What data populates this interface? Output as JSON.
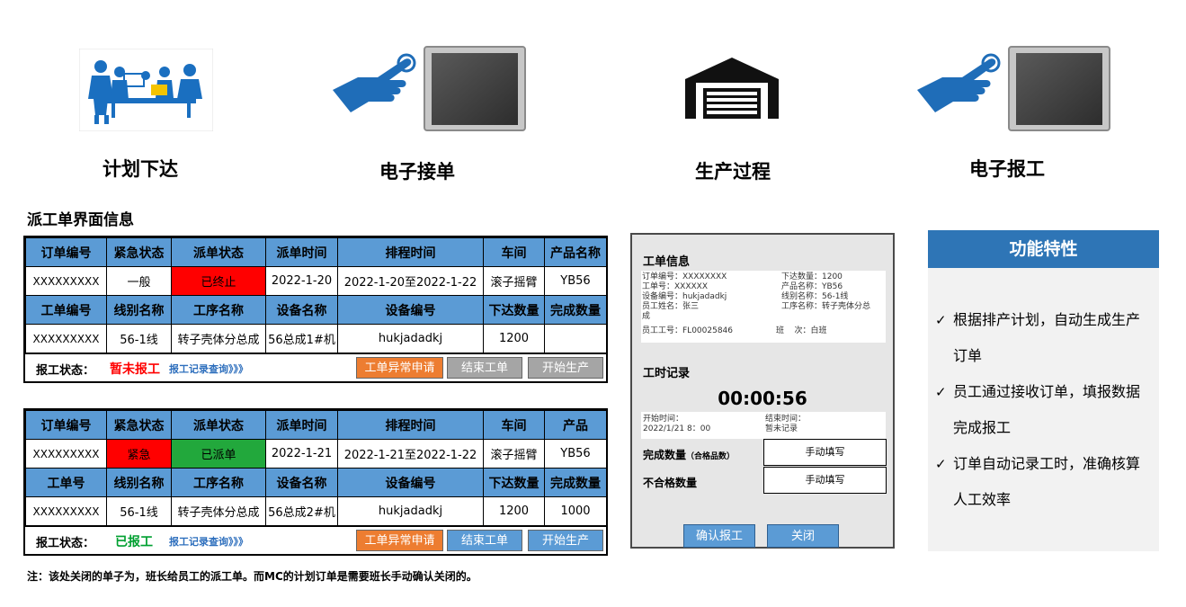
{
  "flow": {
    "steps": [
      {
        "label": "计划下达",
        "icon": "meeting-team-icon"
      },
      {
        "label": "电子接单",
        "icon": "touch-screen-icon"
      },
      {
        "label": "生产过程",
        "icon": "warehouse-icon"
      },
      {
        "label": "电子报工",
        "icon": "touch-screen-icon"
      }
    ]
  },
  "section_title": "派工单界面信息",
  "orders": [
    {
      "header1": [
        "订单编号",
        "紧急状态",
        "派单状态",
        "派单时间",
        "排程时间",
        "车间",
        "产品名称"
      ],
      "row1": [
        "XXXXXXXXX",
        "一般",
        "已终止",
        "2022-1-20",
        "2022-1-20至2022-1-22",
        "滚子摇臂",
        "YB56"
      ],
      "header2": [
        "工单编号",
        "线别名称",
        "工序名称",
        "设备名称",
        "设备编号",
        "下达数量",
        "完成数量"
      ],
      "row2": [
        "XXXXXXXXX",
        "56-1线",
        "转子壳体分总成",
        "56总成1#机",
        "hukjadadkj",
        "1200",
        ""
      ],
      "status_label": "报工状态：",
      "status_value": "暂未报工",
      "query_link": "报工记录查询》》》",
      "btn_exception": "工单异常申请",
      "btn_finish": "结束工单",
      "btn_start": "开始生产"
    },
    {
      "header1": [
        "订单编号",
        "紧急状态",
        "派单状态",
        "派单时间",
        "排程时间",
        "车间",
        "产品"
      ],
      "row1": [
        "XXXXXXXXX",
        "紧急",
        "已派单",
        "2022-1-21",
        "2022-1-21至2022-1-22",
        "滚子摇臂",
        "YB56"
      ],
      "header2": [
        "工单号",
        "线别名称",
        "工序名称",
        "设备名称",
        "设备编号",
        "下达数量",
        "完成数量"
      ],
      "row2": [
        "XXXXXXXXX",
        "56-1线",
        "转子壳体分总成",
        "56总成2#机",
        "hukjadadkj",
        "1200",
        "1000"
      ],
      "status_label": "报工状态：",
      "status_value": "已报工",
      "query_link": "报工记录查询》》》",
      "btn_exception": "工单异常申请",
      "btn_finish": "结束工单",
      "btn_start": "开始生产"
    }
  ],
  "panel": {
    "title_info": "工单信息",
    "info": {
      "order_no": "订单编号：XXXXXXXX",
      "work_no": "工单号：XXXXXX",
      "device_no": "设备编号：hukjadadkj",
      "employee_name": "员工姓名：张三",
      "employee_name_wrap": "成",
      "employee_id": "员工工号：FL00025846",
      "issued_qty": "下达数量：1200",
      "product_name": "产品名称：YB56",
      "line_name": "线别名称：56-1线",
      "process_name": "工序名称：转子壳体分总",
      "shift": "班    次：白班"
    },
    "title_time": "工时记录",
    "timer": "00:00:56",
    "start_label": "开始时间：",
    "start_value": "2022/1/21 8：00",
    "end_label": "结束时间：",
    "end_value": "暂未记录",
    "done_qty_label": "完成数量",
    "done_qty_note": "（合格品数）",
    "done_qty_input": "手动填写",
    "bad_qty_label": "不合格数量",
    "bad_qty_input": "手动填写",
    "btn_confirm": "确认报工",
    "btn_close": "关闭"
  },
  "features": {
    "title": "功能特性",
    "items": [
      [
        "根据排产计划，自动生成生产",
        "订单"
      ],
      [
        "员工通过接收订单，填报数据",
        "完成报工"
      ],
      [
        "订单自动记录工时，准确核算",
        "人工效率"
      ]
    ]
  },
  "note": "注：该处关闭的单子为，班长给员工的派工单。而MC的计划订单是需要班长手动确认关闭的。"
}
